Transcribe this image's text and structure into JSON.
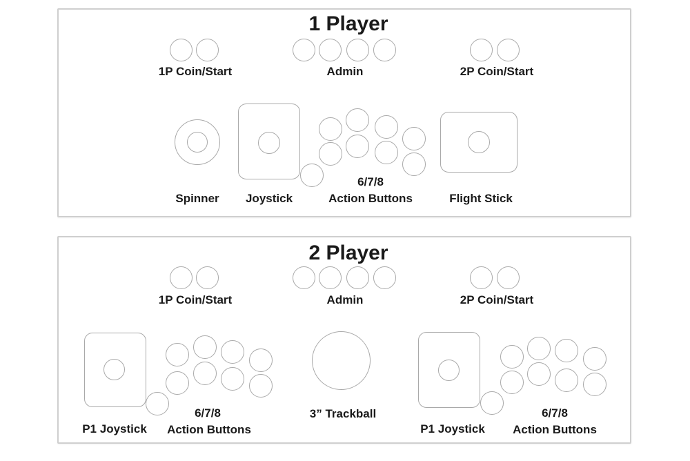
{
  "colors": {
    "background": "#ffffff",
    "panel_border": "#cfcfcf",
    "shape_outline": "#a9a9a9",
    "text": "#1a1a1a"
  },
  "panel1": {
    "title": "1 Player",
    "coin_start_1p": {
      "label": "1P Coin/Start",
      "buttons": 2
    },
    "admin": {
      "label": "Admin",
      "buttons": 4
    },
    "coin_start_2p": {
      "label": "2P Coin/Start",
      "buttons": 2
    },
    "spinner": {
      "label": "Spinner"
    },
    "joystick": {
      "label": "Joystick"
    },
    "action_buttons": {
      "label_line1": "6/7/8",
      "label_line2": "Action Buttons",
      "buttons": 9
    },
    "flight_stick": {
      "label": "Flight Stick"
    }
  },
  "panel2": {
    "title": "2 Player",
    "coin_start_1p": {
      "label": "1P Coin/Start",
      "buttons": 2
    },
    "admin": {
      "label": "Admin",
      "buttons": 4
    },
    "coin_start_2p": {
      "label": "2P Coin/Start",
      "buttons": 2
    },
    "joystick_left": {
      "label": "P1 Joystick"
    },
    "action_buttons_left": {
      "label_line1": "6/7/8",
      "label_line2": "Action Buttons",
      "buttons": 9
    },
    "trackball": {
      "label": "3” Trackball"
    },
    "joystick_right": {
      "label": "P1 Joystick"
    },
    "action_buttons_right": {
      "label_line1": "6/7/8",
      "label_line2": "Action Buttons",
      "buttons": 9
    }
  }
}
